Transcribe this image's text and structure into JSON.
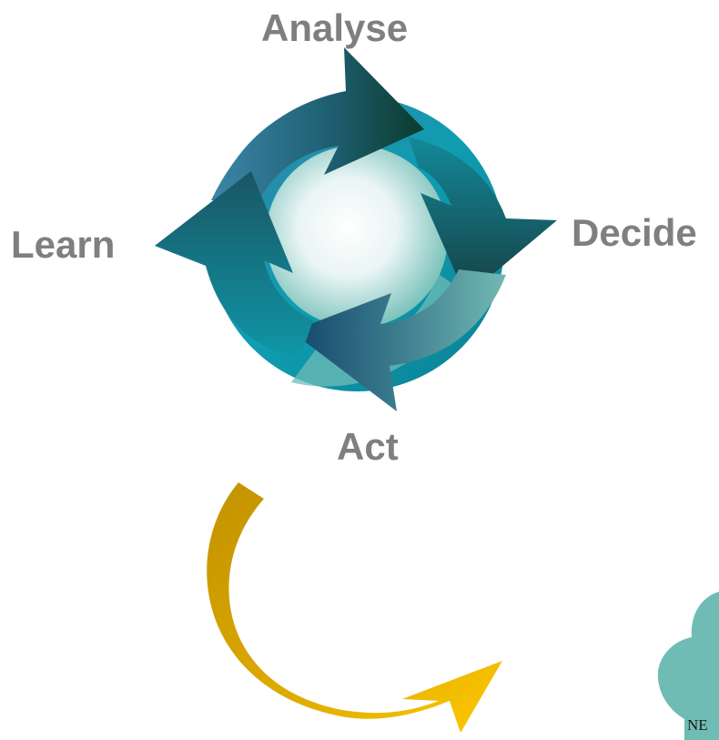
{
  "cycle": {
    "labels": {
      "top": "Analyse",
      "right": "Decide",
      "bottom": "Act",
      "left": "Learn"
    }
  },
  "cloud": {
    "text": "NE"
  },
  "colors": {
    "label_gray": "#7f7f7f",
    "teal": "#1a8ea0",
    "teal_light": "#6fbcb5",
    "teal_dark": "#1b4a5a",
    "gold": "#c89a00",
    "yellow": "#ffc400",
    "cloud": "#6fbcb5"
  },
  "icons": [
    "cycle-arrows-icon",
    "curved-arrow-icon",
    "cloud-icon"
  ]
}
